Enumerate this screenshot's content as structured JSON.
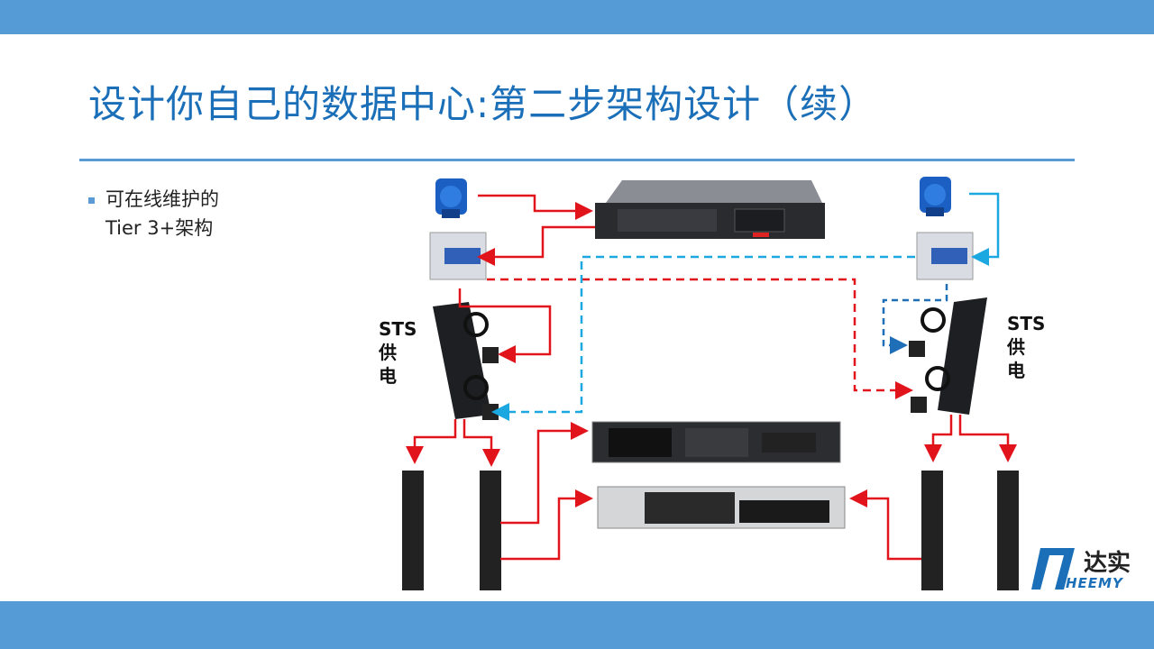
{
  "title": "设计你自己的数据中心:第二步架构设计（续）",
  "bullet": {
    "line1": "可在线维护的",
    "line2": "Tier 3+架构"
  },
  "sts_left": {
    "line1": "STS",
    "line2": "供",
    "line3": "电"
  },
  "sts_right": {
    "line1": "STS",
    "line2": "供",
    "line3": "电"
  },
  "logo": {
    "cn": "达实",
    "en": "HEEMY"
  },
  "colors": {
    "accent": "#559bd6",
    "red": "#e2141b",
    "blue": "#1ba8e0",
    "darkblue": "#1f6fb8"
  }
}
